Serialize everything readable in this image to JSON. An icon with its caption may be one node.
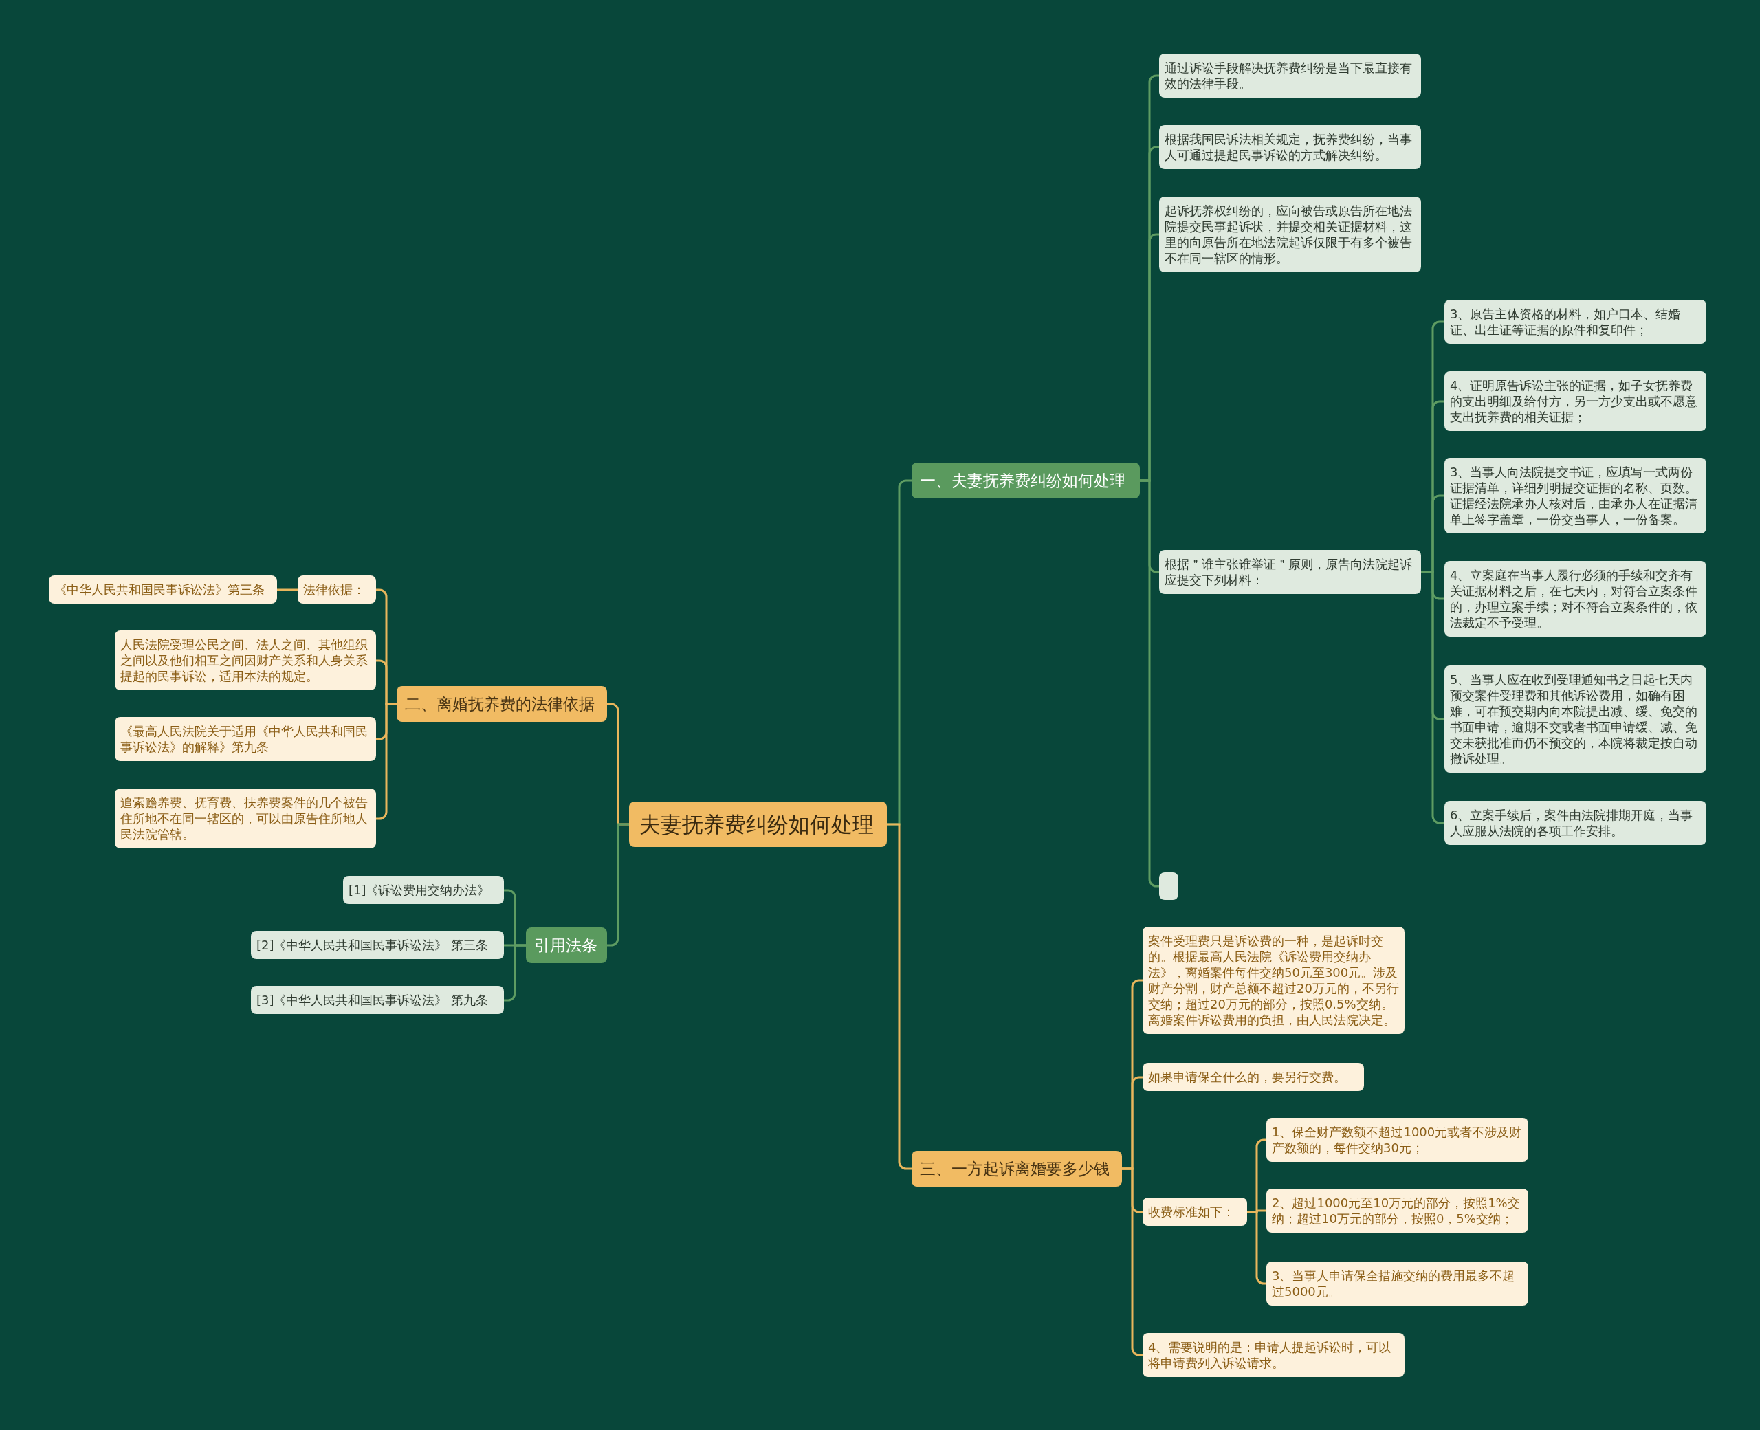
{
  "diagram": {
    "nodes": [
      {
        "text": [
          "夫妻抚养费纠纷如何处理"
        ]
      },
      {
        "text": [
          "一、夫妻抚养费纠纷如何处理"
        ]
      },
      {
        "text": [
          "通过诉讼手段解决抚养费纠纷是当下最直接有效的法律手段。"
        ]
      },
      {
        "text": [
          "根据我国民诉法相关规定，抚养费纠纷，当事人可通过提起民事诉讼的方式解决纠纷。"
        ]
      },
      {
        "text": [
          "起诉抚养权纠纷的，应向被告或原告所在地法院提交民事起诉状，并提交相关证据材料，这里的向原告所在地法院起诉仅限于有多个被告不在同一辖区的情形。"
        ]
      },
      {
        "text": [
          "根据＂谁主张谁举证＂原则，原告向法院起诉应提交下列材料："
        ]
      },
      {
        "text": [
          "3、原告主体资格的材料，如户口本、结婚证、出生证等证据的原件和复印件；"
        ]
      },
      {
        "text": [
          "4、证明原告诉讼主张的证据，如子女抚养费的支出明细及给付方，另一方少支出或不愿意支出抚养费的相关证据；"
        ]
      },
      {
        "text": [
          "3、当事人向法院提交书证，应填写一式两份证据清单，详细列明提交证据的名称、页数。证据经法院承办人核对后，由承办人在证据清单上签字盖章，一份交当事人，一份备案。"
        ]
      },
      {
        "text": [
          "4、立案庭在当事人履行必须的手续和交齐有关证据材料之后，在七天内，对符合立案条件的，办理立案手续；对不符合立案条件的，依法裁定不予受理。"
        ]
      },
      {
        "text": [
          "5、当事人应在收到受理通知书之日起七天内预交案件受理费和其他诉讼费用，如确有困难，可在预交期内向本院提出减、缓、免交的书面申请，逾期不交或者书面申请缓、减、免交未获批准而仍不预交的，本院将裁定按自动撤诉处理。"
        ]
      },
      {
        "text": [
          "6、立案手续后，案件由法院排期开庭，当事人应服从法院的各项工作安排。"
        ]
      },
      {
        "text": [],
        "shape": "box"
      },
      {
        "text": [
          "三、一方起诉离婚要多少钱"
        ]
      },
      {
        "text": [
          "案件受理费只是诉讼费的一种，是起诉时交的。根据最高人民法院《诉讼费用交纳办法》，离婚案件每件交纳50元至300元。涉及财产分割，财产总额不超过20万元的，不另行交纳；超过20万元的部分，按照0.5%交纳。离婚案件诉讼费用的负担，由人民法院决定。"
        ]
      },
      {
        "text": [
          "如果申请保全什么的，要另行交费。"
        ]
      },
      {
        "text": [
          "收费标准如下："
        ]
      },
      {
        "text": [
          "1、保全财产数额不超过1000元或者不涉及财产数额的，每件交纳30元；"
        ]
      },
      {
        "text": [
          "2、超过1000元至10万元的部分，按照1%交纳；超过10万元的部分，按照0，5%交纳；"
        ]
      },
      {
        "text": [
          "3、当事人申请保全措施交纳的费用最多不超过5000元。"
        ]
      },
      {
        "text": [
          "4、需要说明的是：申请人提起诉讼时，可以将申请费列入诉讼请求。"
        ]
      },
      {
        "text": [
          "二、离婚抚养费的法律依据"
        ]
      },
      {
        "text": [
          "法律依据："
        ]
      },
      {
        "text": [
          "《中华人民共和国民事诉讼法》第三条"
        ]
      },
      {
        "text": [
          "人民法院受理公民之间、法人之间、其他组织之间以及他们相互之间因财产关系和人身关系提起的民事诉讼，适用本法的规定。"
        ]
      },
      {
        "text": [
          "《最高人民法院关于适用《中华人民共和国民事诉讼法》的解释》第九条"
        ]
      },
      {
        "text": [
          "追索赡养费、抚育费、扶养费案件的几个被告住所地不在同一辖区的，可以由原告住所地人民法院管辖。"
        ]
      },
      {
        "text": [
          "引用法条"
        ]
      },
      {
        "text": [
          "[1]《诉讼费用交纳办法》"
        ]
      },
      {
        "text": [
          "[2]《中华人民共和国民事诉讼法》 第三条"
        ]
      },
      {
        "text": [
          "[3]《中华人民共和国民事诉讼法》 第九条"
        ]
      }
    ],
    "edges": [
      {
        "from": 0,
        "to": 1,
        "arrow": "none"
      },
      {
        "from": 1,
        "to": 2,
        "arrow": "none"
      },
      {
        "from": 1,
        "to": 3,
        "arrow": "none"
      },
      {
        "from": 1,
        "to": 4,
        "arrow": "none"
      },
      {
        "from": 1,
        "to": 5,
        "arrow": "none"
      },
      {
        "from": 1,
        "to": 12,
        "arrow": "none"
      },
      {
        "from": 5,
        "to": 6,
        "arrow": "none"
      },
      {
        "from": 5,
        "to": 7,
        "arrow": "none"
      },
      {
        "from": 5,
        "to": 8,
        "arrow": "none"
      },
      {
        "from": 5,
        "to": 9,
        "arrow": "none"
      },
      {
        "from": 5,
        "to": 10,
        "arrow": "none"
      },
      {
        "from": 5,
        "to": 11,
        "arrow": "none"
      },
      {
        "from": 0,
        "to": 13,
        "arrow": "none",
        "color": "#e9b65c"
      },
      {
        "from": 13,
        "to": 14,
        "arrow": "none",
        "color": "#e9b65c"
      },
      {
        "from": 13,
        "to": 15,
        "arrow": "none",
        "color": "#e9b65c"
      },
      {
        "from": 13,
        "to": 16,
        "arrow": "none",
        "color": "#e9b65c"
      },
      {
        "from": 13,
        "to": 20,
        "arrow": "none",
        "color": "#e9b65c"
      },
      {
        "from": 16,
        "to": 17,
        "arrow": "none",
        "color": "#e9b65c"
      },
      {
        "from": 16,
        "to": 18,
        "arrow": "none",
        "color": "#e9b65c"
      },
      {
        "from": 16,
        "to": 19,
        "arrow": "none",
        "color": "#e9b65c"
      },
      {
        "from": 0,
        "to": 21,
        "arrow": "none",
        "color": "#e9b65c"
      },
      {
        "from": 21,
        "to": 22,
        "arrow": "none",
        "color": "#e9b65c"
      },
      {
        "from": 21,
        "to": 24,
        "arrow": "none",
        "color": "#e9b65c"
      },
      {
        "from": 21,
        "to": 25,
        "arrow": "none",
        "color": "#e9b65c"
      },
      {
        "from": 21,
        "to": 26,
        "arrow": "none",
        "color": "#e9b65c"
      },
      {
        "from": 22,
        "to": 23,
        "arrow": "none",
        "color": "#e9b65c"
      },
      {
        "from": 0,
        "to": 27,
        "arrow": "none"
      },
      {
        "from": 27,
        "to": 28,
        "arrow": "none"
      },
      {
        "from": 27,
        "to": 29,
        "arrow": "none"
      },
      {
        "from": 27,
        "to": 30,
        "arrow": "none"
      }
    ]
  }
}
